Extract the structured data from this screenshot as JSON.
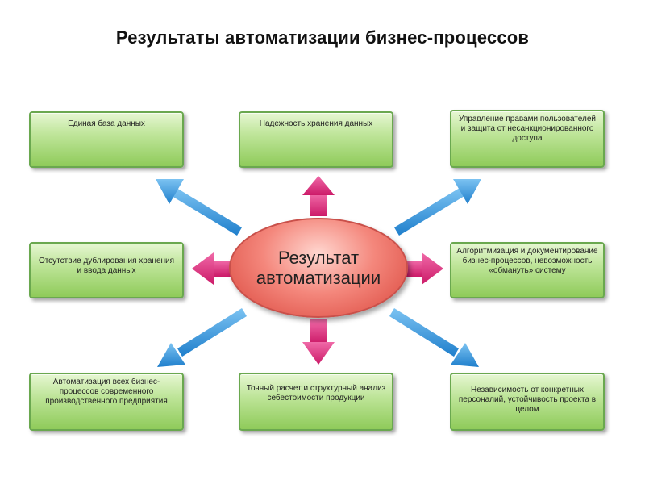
{
  "title": "Результаты автоматизации бизнес-процессов",
  "center": {
    "line1": "Результат",
    "line2": "автоматизации"
  },
  "boxes": {
    "top_left": "Единая база данных",
    "top_middle": "Надежность хранения данных",
    "top_right": "Управление правами пользователей и защита от несанкционированного доступа",
    "middle_left": "Отсутствие дублирования хранения и ввода данных",
    "middle_right": "Алгоритмизация и документирование бизнес-процессов, невозможность «обмануть» систему",
    "bottom_left": "Автоматизация всех бизнес-процессов современного производственного предприятия",
    "bottom_middle": "Точный расчет и структурный анализ себестоимости продукции",
    "bottom_right": "Независимость от конкретных персоналий, устойчивость проекта в целом"
  },
  "colors": {
    "box_green": "#8fcb5a",
    "center_red": "#d9453b",
    "arrow_blue": "#2f8fd6",
    "arrow_pink": "#e0287a"
  }
}
